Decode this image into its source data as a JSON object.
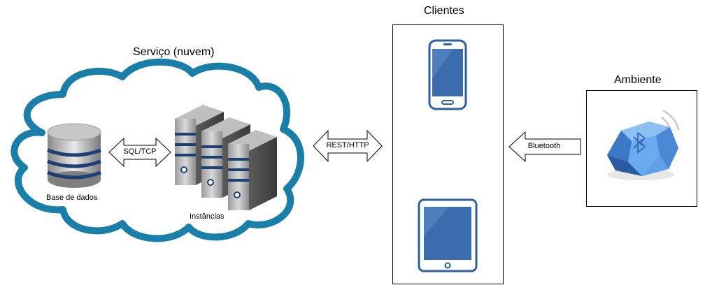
{
  "service": {
    "title": "Serviço (nuvem)"
  },
  "database": {
    "label": "Base de dados"
  },
  "instances": {
    "label": "Instâncias"
  },
  "links": {
    "sql": "SQL/TCP",
    "rest": "REST/HTTP",
    "bluetooth": "Bluetooth"
  },
  "clients": {
    "title": "Clientes"
  },
  "environment": {
    "title": "Ambiente"
  },
  "colors": {
    "cloud_border": "#1a7fa8",
    "device_blue": "#2f5f9e",
    "screen_blue": "#3b6cad",
    "beacon_blue": "#5fa0e6",
    "db_stripe": "#1d3f73"
  }
}
